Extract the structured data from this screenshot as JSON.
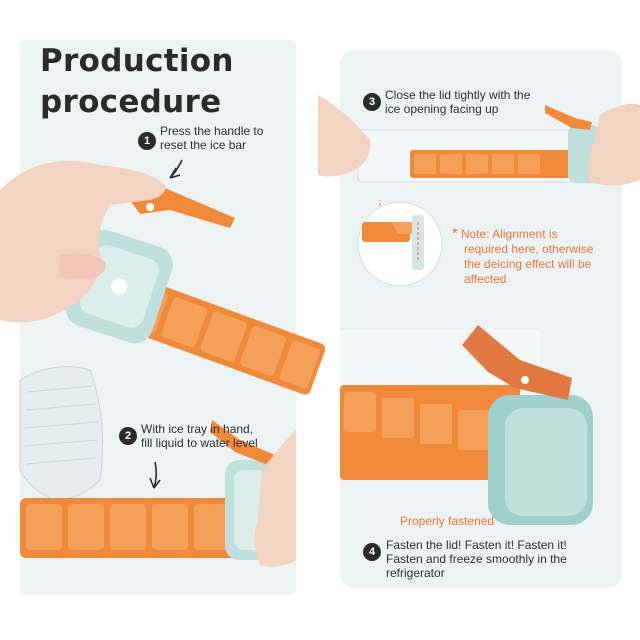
{
  "title": {
    "line1": "Production",
    "line2": "procedure"
  },
  "steps": [
    {
      "number": "1",
      "line1": "Press the handle to",
      "line2": "reset the ice bar"
    },
    {
      "number": "2",
      "line1": "With ice tray in hand,",
      "line2": "fill liquid to water level"
    },
    {
      "number": "3",
      "line1": "Close the lid tightly with the",
      "line2": "ice opening facing up"
    },
    {
      "number": "4",
      "line1": "Fasten the lid! Fasten it! Fasten it!",
      "line2": "Fasten and freeze smoothly in the",
      "line3": "refrigerator"
    }
  ],
  "note": {
    "marker": "*",
    "line1": "Note: Alignment is",
    "line2": "required here, otherwise",
    "line3": "the deicing effect will be",
    "line4": "affected"
  },
  "caption": "Properly fastened",
  "colors": {
    "accent": "#e8743e",
    "tray": "#f08a3a",
    "lid": "#bfe0dc",
    "panel": "#edf3f3",
    "text": "#2b2b2b"
  }
}
